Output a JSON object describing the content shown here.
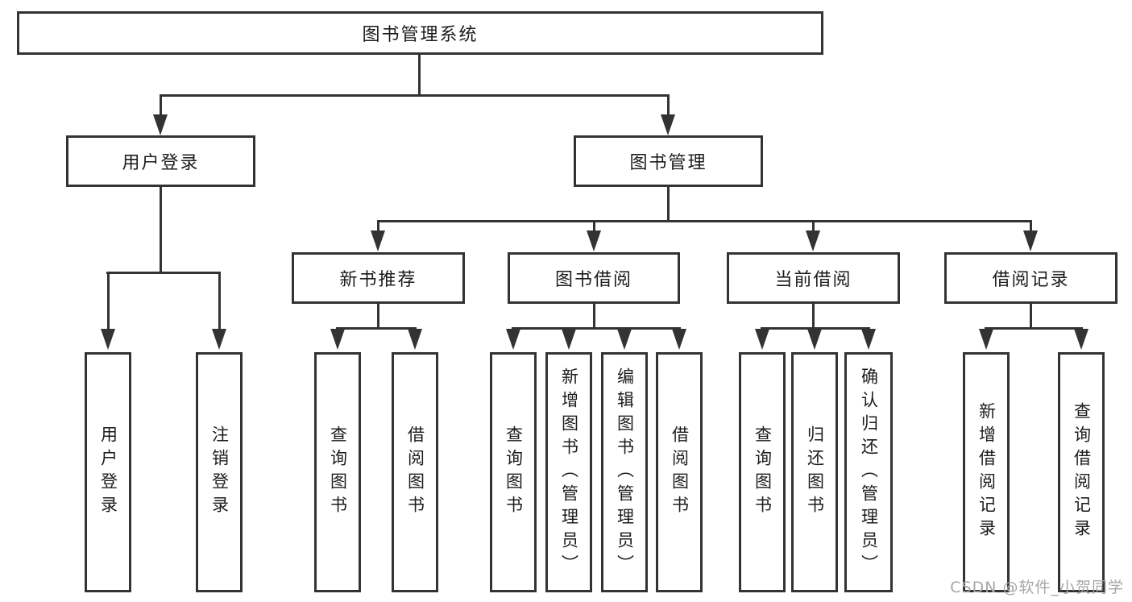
{
  "nodes": {
    "root": "图书管理系统",
    "level2": [
      "用户登录",
      "图书管理"
    ],
    "level3": [
      "新书推荐",
      "图书借阅",
      "当前借阅",
      "借阅记录"
    ],
    "leaves": [
      "用户登录",
      "注销登录",
      "查询图书",
      "借阅图书",
      "查询图书",
      "新增图书（管理员）",
      "编辑图书（管理员）",
      "借阅图书",
      "查询图书",
      "归还图书",
      "确认归还（管理员）",
      "新增借阅记录",
      "查询借阅记录"
    ]
  },
  "watermark": "CSDN @软件_小贺同学",
  "colors": {
    "line": "#333333",
    "text": "#1c1c1c",
    "watermark": "#a6a6a6",
    "background": "#ffffff"
  }
}
